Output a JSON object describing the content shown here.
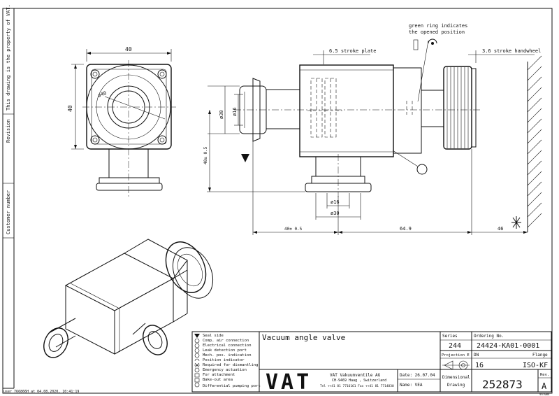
{
  "sidebar": {
    "property_note": "This drawing is the property of VAT.",
    "revision_label": "Revision",
    "customer_label": "Customer number",
    "user_stamp": "user 766866H at 04.08.2020, 10:41:19"
  },
  "drawing": {
    "dims": {
      "top_width": "40",
      "left_height": "40",
      "circle_dia": "ø40",
      "stroke_plate": "6.5 stroke plate",
      "stroke_handwheel": "3.6 stroke handwheel",
      "green_ring_note_1": "green ring indicates",
      "green_ring_note_2": "the opened position",
      "dia30_left": "ø30",
      "dia16_left": "ø16",
      "height_40": "40± 0.5",
      "dia16_bottom": "ø16",
      "dia30_bottom": "ø30",
      "dim_40_bottom": "40± 0.5",
      "dim_649": "64.9",
      "dim_46": "46"
    }
  },
  "legend": {
    "items": [
      "Seal side",
      "Comp. air connection",
      "Electrical connection",
      "Leak detection port",
      "Mech. pos. indication",
      "Position indicator",
      "Required for dismantling",
      "Emergency actuation",
      "For attachment",
      "Bake-out area",
      "Differential pumping port"
    ]
  },
  "title_block": {
    "title": "Vacuum angle valve",
    "series_label": "Series",
    "series_value": "244",
    "ordering_label": "Ordering No.",
    "ordering_value": "24424-KA01-0001",
    "projection_label": "Projection E",
    "dn_label": "DN",
    "dn_value": "16",
    "flange_label": "Flange",
    "flange_value": "ISO-KF",
    "company_name": "VAT Vakuumventile AG",
    "company_address": "CH-9469 Haag , Switzerland",
    "company_contact": "Tel ++41 81 7716161 Fax ++41 81 7714830",
    "date_label": "Date: 26.07.04",
    "name_label": "Name: VEA",
    "dimensional_label_1": "Dimensional",
    "dimensional_label_2": "Drawing",
    "drawing_number": "252873",
    "rev_label": "Rev.",
    "rev_value": "A",
    "logo_text": "VAT",
    "corner_code": "VAT004"
  }
}
